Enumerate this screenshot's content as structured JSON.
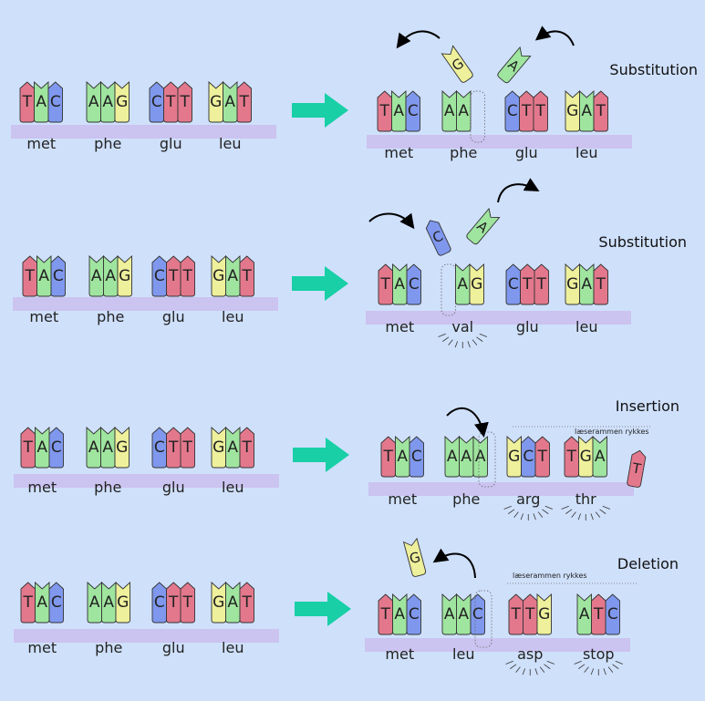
{
  "colors": {
    "background": "#cfe0fb",
    "backbone": "#cbc3f0",
    "T": "#e3788c",
    "A": "#9fe59f",
    "C": "#7f98ee",
    "G": "#eef09b",
    "arrow": "#18cfa6",
    "stroke": "#333333"
  },
  "rows": [
    {
      "label": "Substitution",
      "original": {
        "codons": [
          {
            "bases": [
              "T",
              "A",
              "C"
            ],
            "label": "met"
          },
          {
            "bases": [
              "A",
              "A",
              "G"
            ],
            "label": "phe"
          },
          {
            "bases": [
              "C",
              "T",
              "T"
            ],
            "label": "glu"
          },
          {
            "bases": [
              "G",
              "A",
              "T"
            ],
            "label": "leu"
          }
        ]
      },
      "mutated": {
        "codons": [
          {
            "bases": [
              "T",
              "A",
              "C"
            ],
            "label": "met"
          },
          {
            "bases": [
              "A",
              "A",
              ""
            ],
            "label": "phe"
          },
          {
            "bases": [
              "C",
              "T",
              "T"
            ],
            "label": "glu"
          },
          {
            "bases": [
              "G",
              "A",
              "T"
            ],
            "label": "leu"
          }
        ],
        "leaving_base": "G",
        "entering_base": "A"
      }
    },
    {
      "label": "Substitution",
      "original": {
        "codons": [
          {
            "bases": [
              "T",
              "A",
              "C"
            ],
            "label": "met"
          },
          {
            "bases": [
              "A",
              "A",
              "G"
            ],
            "label": "phe"
          },
          {
            "bases": [
              "C",
              "T",
              "T"
            ],
            "label": "glu"
          },
          {
            "bases": [
              "G",
              "A",
              "T"
            ],
            "label": "leu"
          }
        ]
      },
      "mutated": {
        "codons": [
          {
            "bases": [
              "T",
              "A",
              "C"
            ],
            "label": "met"
          },
          {
            "bases": [
              "",
              "A",
              "G"
            ],
            "label": "val"
          },
          {
            "bases": [
              "C",
              "T",
              "T"
            ],
            "label": "glu"
          },
          {
            "bases": [
              "G",
              "A",
              "T"
            ],
            "label": "leu"
          }
        ],
        "entering_base": "C",
        "leaving_base": "A"
      }
    },
    {
      "label": "Insertion",
      "note": "læserammen rykkes",
      "original": {
        "codons": [
          {
            "bases": [
              "T",
              "A",
              "C"
            ],
            "label": "met"
          },
          {
            "bases": [
              "A",
              "A",
              "G"
            ],
            "label": "phe"
          },
          {
            "bases": [
              "C",
              "T",
              "T"
            ],
            "label": "glu"
          },
          {
            "bases": [
              "G",
              "A",
              "T"
            ],
            "label": "leu"
          }
        ]
      },
      "mutated": {
        "codons": [
          {
            "bases": [
              "T",
              "A",
              "C"
            ],
            "label": "met"
          },
          {
            "bases": [
              "A",
              "A",
              "A"
            ],
            "label": "phe"
          },
          {
            "bases": [
              "G",
              "C",
              "T"
            ],
            "label": "arg"
          },
          {
            "bases": [
              "T",
              "G",
              "A"
            ],
            "label": "thr"
          }
        ],
        "trailing_base": "T"
      }
    },
    {
      "label": "Deletion",
      "note": "læserammen rykkes",
      "original": {
        "codons": [
          {
            "bases": [
              "T",
              "A",
              "C"
            ],
            "label": "met"
          },
          {
            "bases": [
              "A",
              "A",
              "G"
            ],
            "label": "phe"
          },
          {
            "bases": [
              "C",
              "T",
              "T"
            ],
            "label": "glu"
          },
          {
            "bases": [
              "G",
              "A",
              "T"
            ],
            "label": "leu"
          }
        ]
      },
      "mutated": {
        "codons": [
          {
            "bases": [
              "T",
              "A",
              "C"
            ],
            "label": "met"
          },
          {
            "bases": [
              "A",
              "A",
              "C"
            ],
            "label": "leu"
          },
          {
            "bases": [
              "T",
              "T",
              "G"
            ],
            "label": "asp"
          },
          {
            "bases": [
              "A",
              "T",
              "C"
            ],
            "label": "stop"
          }
        ],
        "leaving_base": "G"
      }
    }
  ]
}
